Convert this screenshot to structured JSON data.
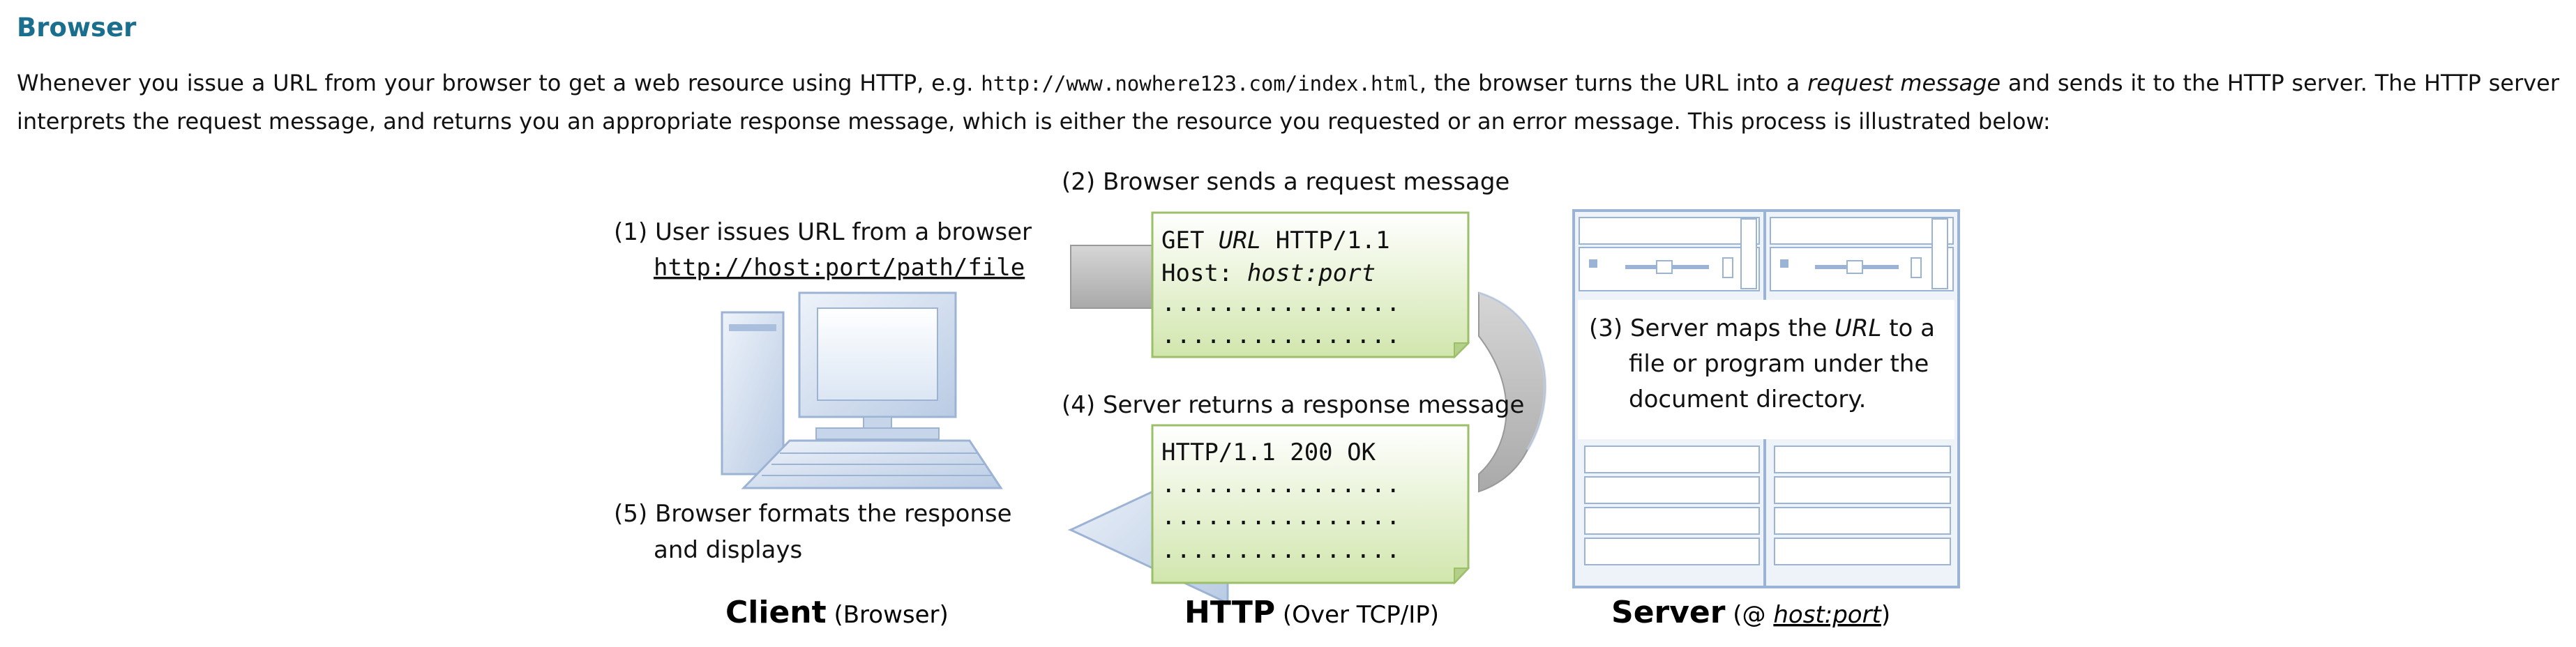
{
  "heading": "Browser",
  "intro": {
    "part1": "Whenever you issue a URL from your browser to get a web resource using HTTP, e.g. ",
    "code": "http://www.nowhere123.com/index.html",
    "part2": ", the browser turns the URL into a ",
    "em": "request message",
    "part3": " and sends it to the HTTP server. The HTTP server interprets the request message, and returns you an appropriate response message, which is either the resource you requested or an error message. This process is illustrated below:"
  },
  "diagram": {
    "step1": {
      "label": "(1) User issues URL from a browser",
      "url": "http://host:port/path/file"
    },
    "step2": "(2) Browser sends a request message",
    "request": {
      "method": "GET ",
      "url": "URL",
      "version": " HTTP/1.1",
      "host_label": "Host: ",
      "host_value": "host:port",
      "dots": "................"
    },
    "step3": {
      "pre": "(3) Server maps the ",
      "em": "URL",
      "post": " to a",
      "line2": "file or program under the",
      "line3": "document directory."
    },
    "step4": "(4) Server returns a response message",
    "response": {
      "status": "HTTP/1.1 200 OK",
      "dots": "................"
    },
    "step5": {
      "line1": "(5) Browser formats the response",
      "line2": "and displays"
    },
    "footer": {
      "client_bold": "Client",
      "client_note": " (Browser)",
      "http_bold": "HTTP",
      "http_note": " (Over TCP/IP)",
      "server_bold": "Server",
      "server_note_pre": " (@ ",
      "server_note_host": "host:port",
      "server_note_post": ")"
    },
    "colors": {
      "note_fill": "#dcebc0",
      "note_stroke": "#9cbf6a",
      "arrow_fill": "#c6d5ea",
      "arrow_stroke": "#9db3d4",
      "gray_arrow": "#bdbdbd",
      "server_stroke": "#9bb4d6"
    }
  }
}
